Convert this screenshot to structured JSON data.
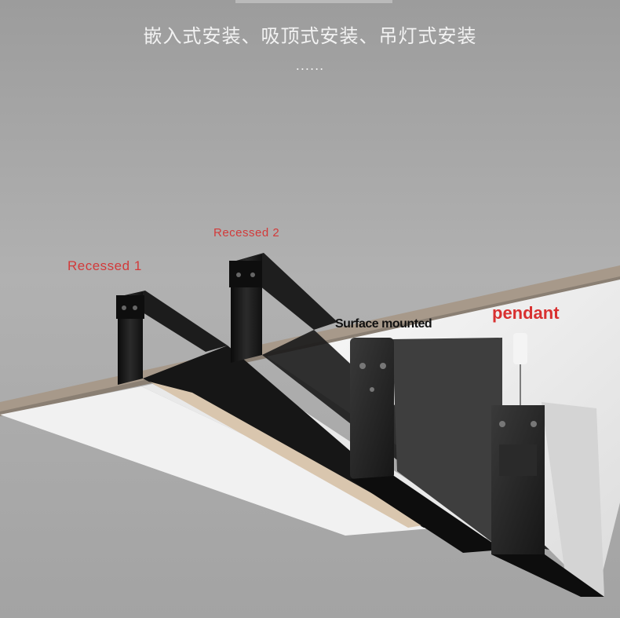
{
  "header": {
    "title": "嵌入式安装、吸顶式安装、吊灯式安装",
    "ellipsis": "......"
  },
  "labels": {
    "recessed_1": "Recessed  1",
    "recessed_2": "Recessed 2",
    "surface_mounted": "Surface mounted",
    "pendant": "pendant"
  },
  "colors": {
    "background": "#a9a9a9",
    "label_red": "#d23a3a",
    "profile_black": "#111111",
    "board_stone": "#a7998a"
  }
}
